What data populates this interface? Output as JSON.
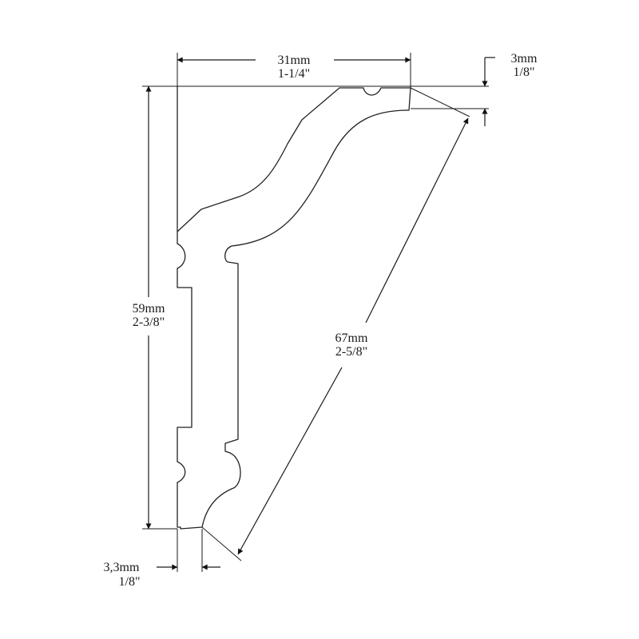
{
  "drawing": {
    "dimensions": {
      "width": {
        "metric": "31mm",
        "imperial": "1-1/4\""
      },
      "height": {
        "metric": "59mm",
        "imperial": "2-3/8\""
      },
      "diagonal": {
        "metric": "67mm",
        "imperial": "2-5/8\""
      },
      "top_lip": {
        "metric": "3mm",
        "imperial": "1/8\""
      },
      "bottom_lip": {
        "metric": "3,3mm",
        "imperial": "1/8\""
      }
    }
  }
}
